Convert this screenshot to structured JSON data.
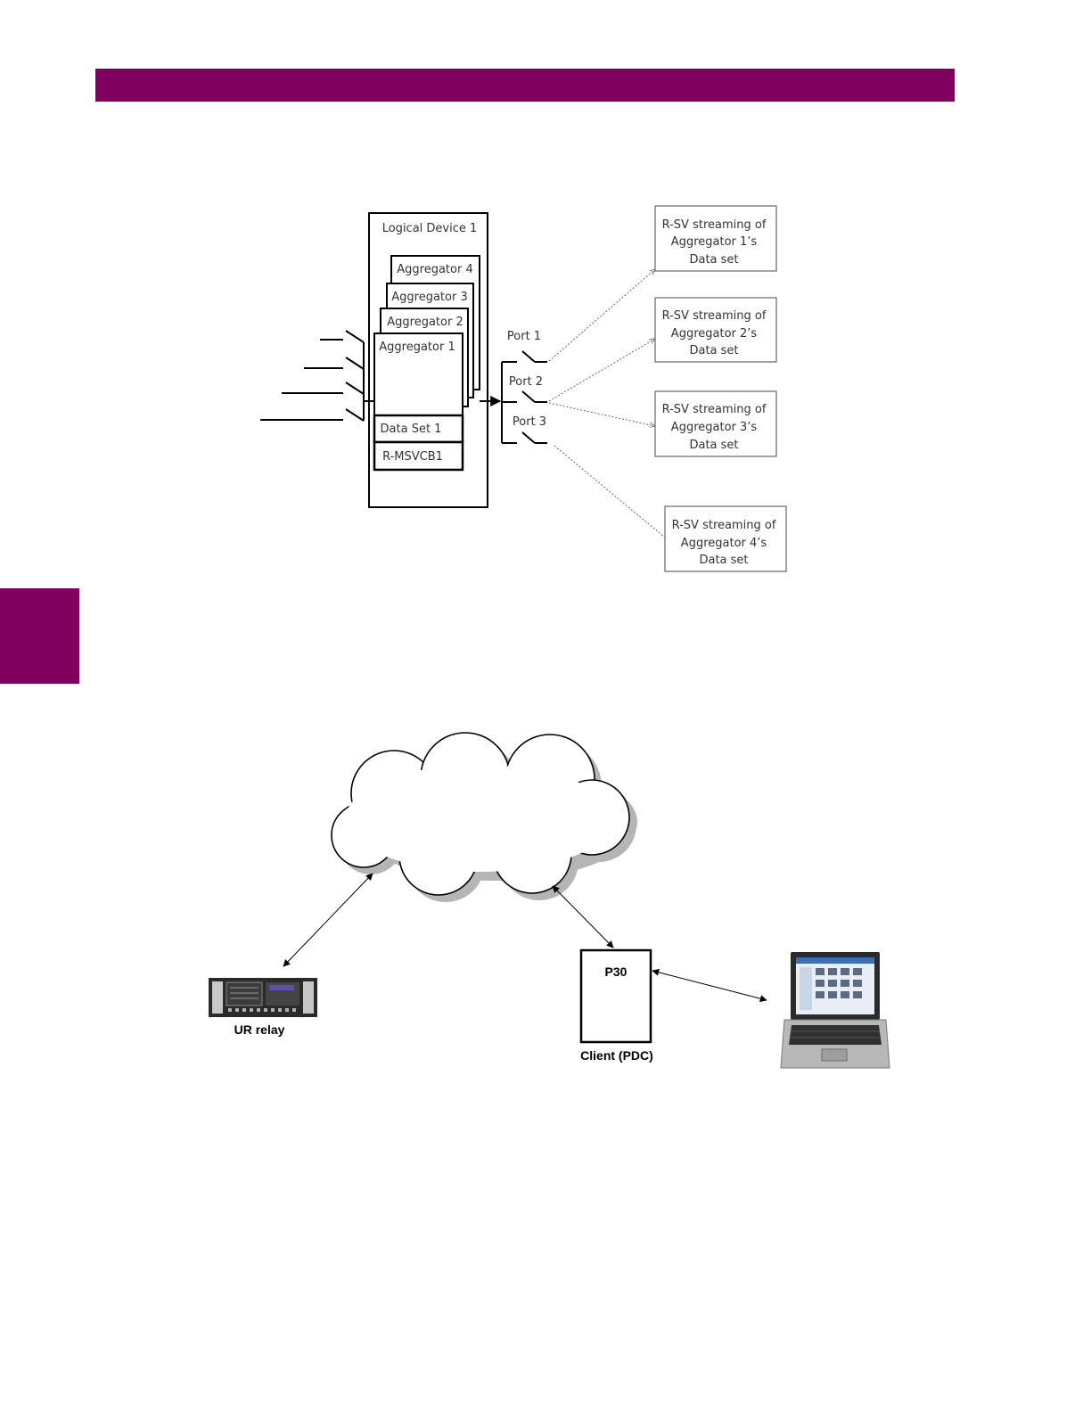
{
  "page": {
    "accent_color": "#800060"
  },
  "diagram1": {
    "logical_device_label": "Logical Device 1",
    "aggregators": [
      "Aggregator 4",
      "Aggregator 3",
      "Aggregator 2",
      "Aggregator 1"
    ],
    "dataset_label": "Data Set 1",
    "control_block_label": "R-MSVCB1",
    "ports": [
      "Port 1",
      "Port 2",
      "Port 3"
    ],
    "streams": [
      [
        "R-SV streaming of",
        "Aggregator 1’s",
        "Data set"
      ],
      [
        "R-SV streaming of",
        "Aggregator 2’s",
        "Data set"
      ],
      [
        "R-SV streaming of",
        "Aggregator 3’s",
        "Data set"
      ],
      [
        "R-SV streaming of",
        "Aggregator 4’s",
        "Data set"
      ]
    ]
  },
  "diagram2": {
    "relay_label": "UR relay",
    "p30_label": "P30",
    "client_label": "Client (PDC)"
  }
}
